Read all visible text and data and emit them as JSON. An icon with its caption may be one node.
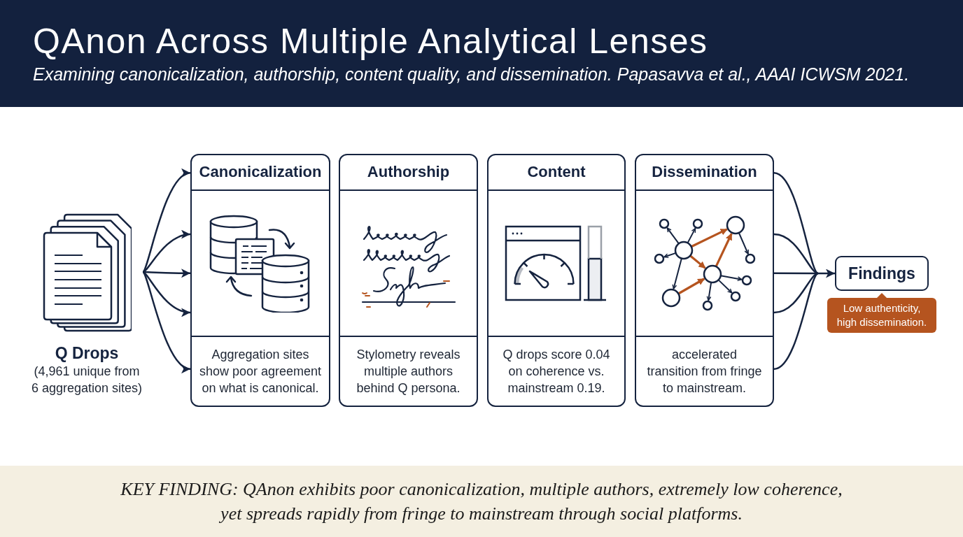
{
  "diagram": {
    "title": "QAnon Across Multiple Analytical Lenses",
    "caption": "KEY FINDING: QAnon exhibits poor canonicalization, multiple authors, extremely low coherence, yet spreads rapidly from fringe to mainstream through social platforms.",
    "nodes": [
      {
        "text": [
          "Q Drops",
          "(4,961 unique from 6 aggregation sites)"
        ]
      },
      {
        "text": [
          "Canonicalization",
          "Aggregation sites show poor agreement on what is canonical."
        ]
      },
      {
        "text": [
          "Authorship",
          "Stylometry reveals multiple authors behind Q persona."
        ]
      },
      {
        "text": [
          "Content",
          "Q drops score 0.04 on coherence vs. mainstream 0.19."
        ]
      },
      {
        "text": [
          "Dissemination",
          "accelerated transition from fringe to mainstream."
        ]
      },
      {
        "text": [
          "Findings"
        ]
      },
      {
        "text": [
          "Low authenticity, high dissemination."
        ]
      }
    ],
    "edges": [
      {
        "from": 0,
        "to": 1,
        "arrow": "to"
      },
      {
        "from": 0,
        "to": 1,
        "arrow": "to"
      },
      {
        "from": 0,
        "to": 1,
        "arrow": "to"
      },
      {
        "from": 0,
        "to": 1,
        "arrow": "to"
      },
      {
        "from": 0,
        "to": 1,
        "arrow": "to"
      },
      {
        "from": 4,
        "to": 5,
        "arrow": "to"
      },
      {
        "from": 4,
        "to": 5,
        "arrow": "to"
      },
      {
        "from": 4,
        "to": 5,
        "arrow": "to"
      },
      {
        "from": 4,
        "to": 5,
        "arrow": "to"
      },
      {
        "from": 4,
        "to": 5,
        "arrow": "to"
      }
    ],
    "labels": [
      "Examining canonicalization, authorship, content quality, and dissemination. Papasavva et al., AAAI ICWSM 2021."
    ]
  }
}
